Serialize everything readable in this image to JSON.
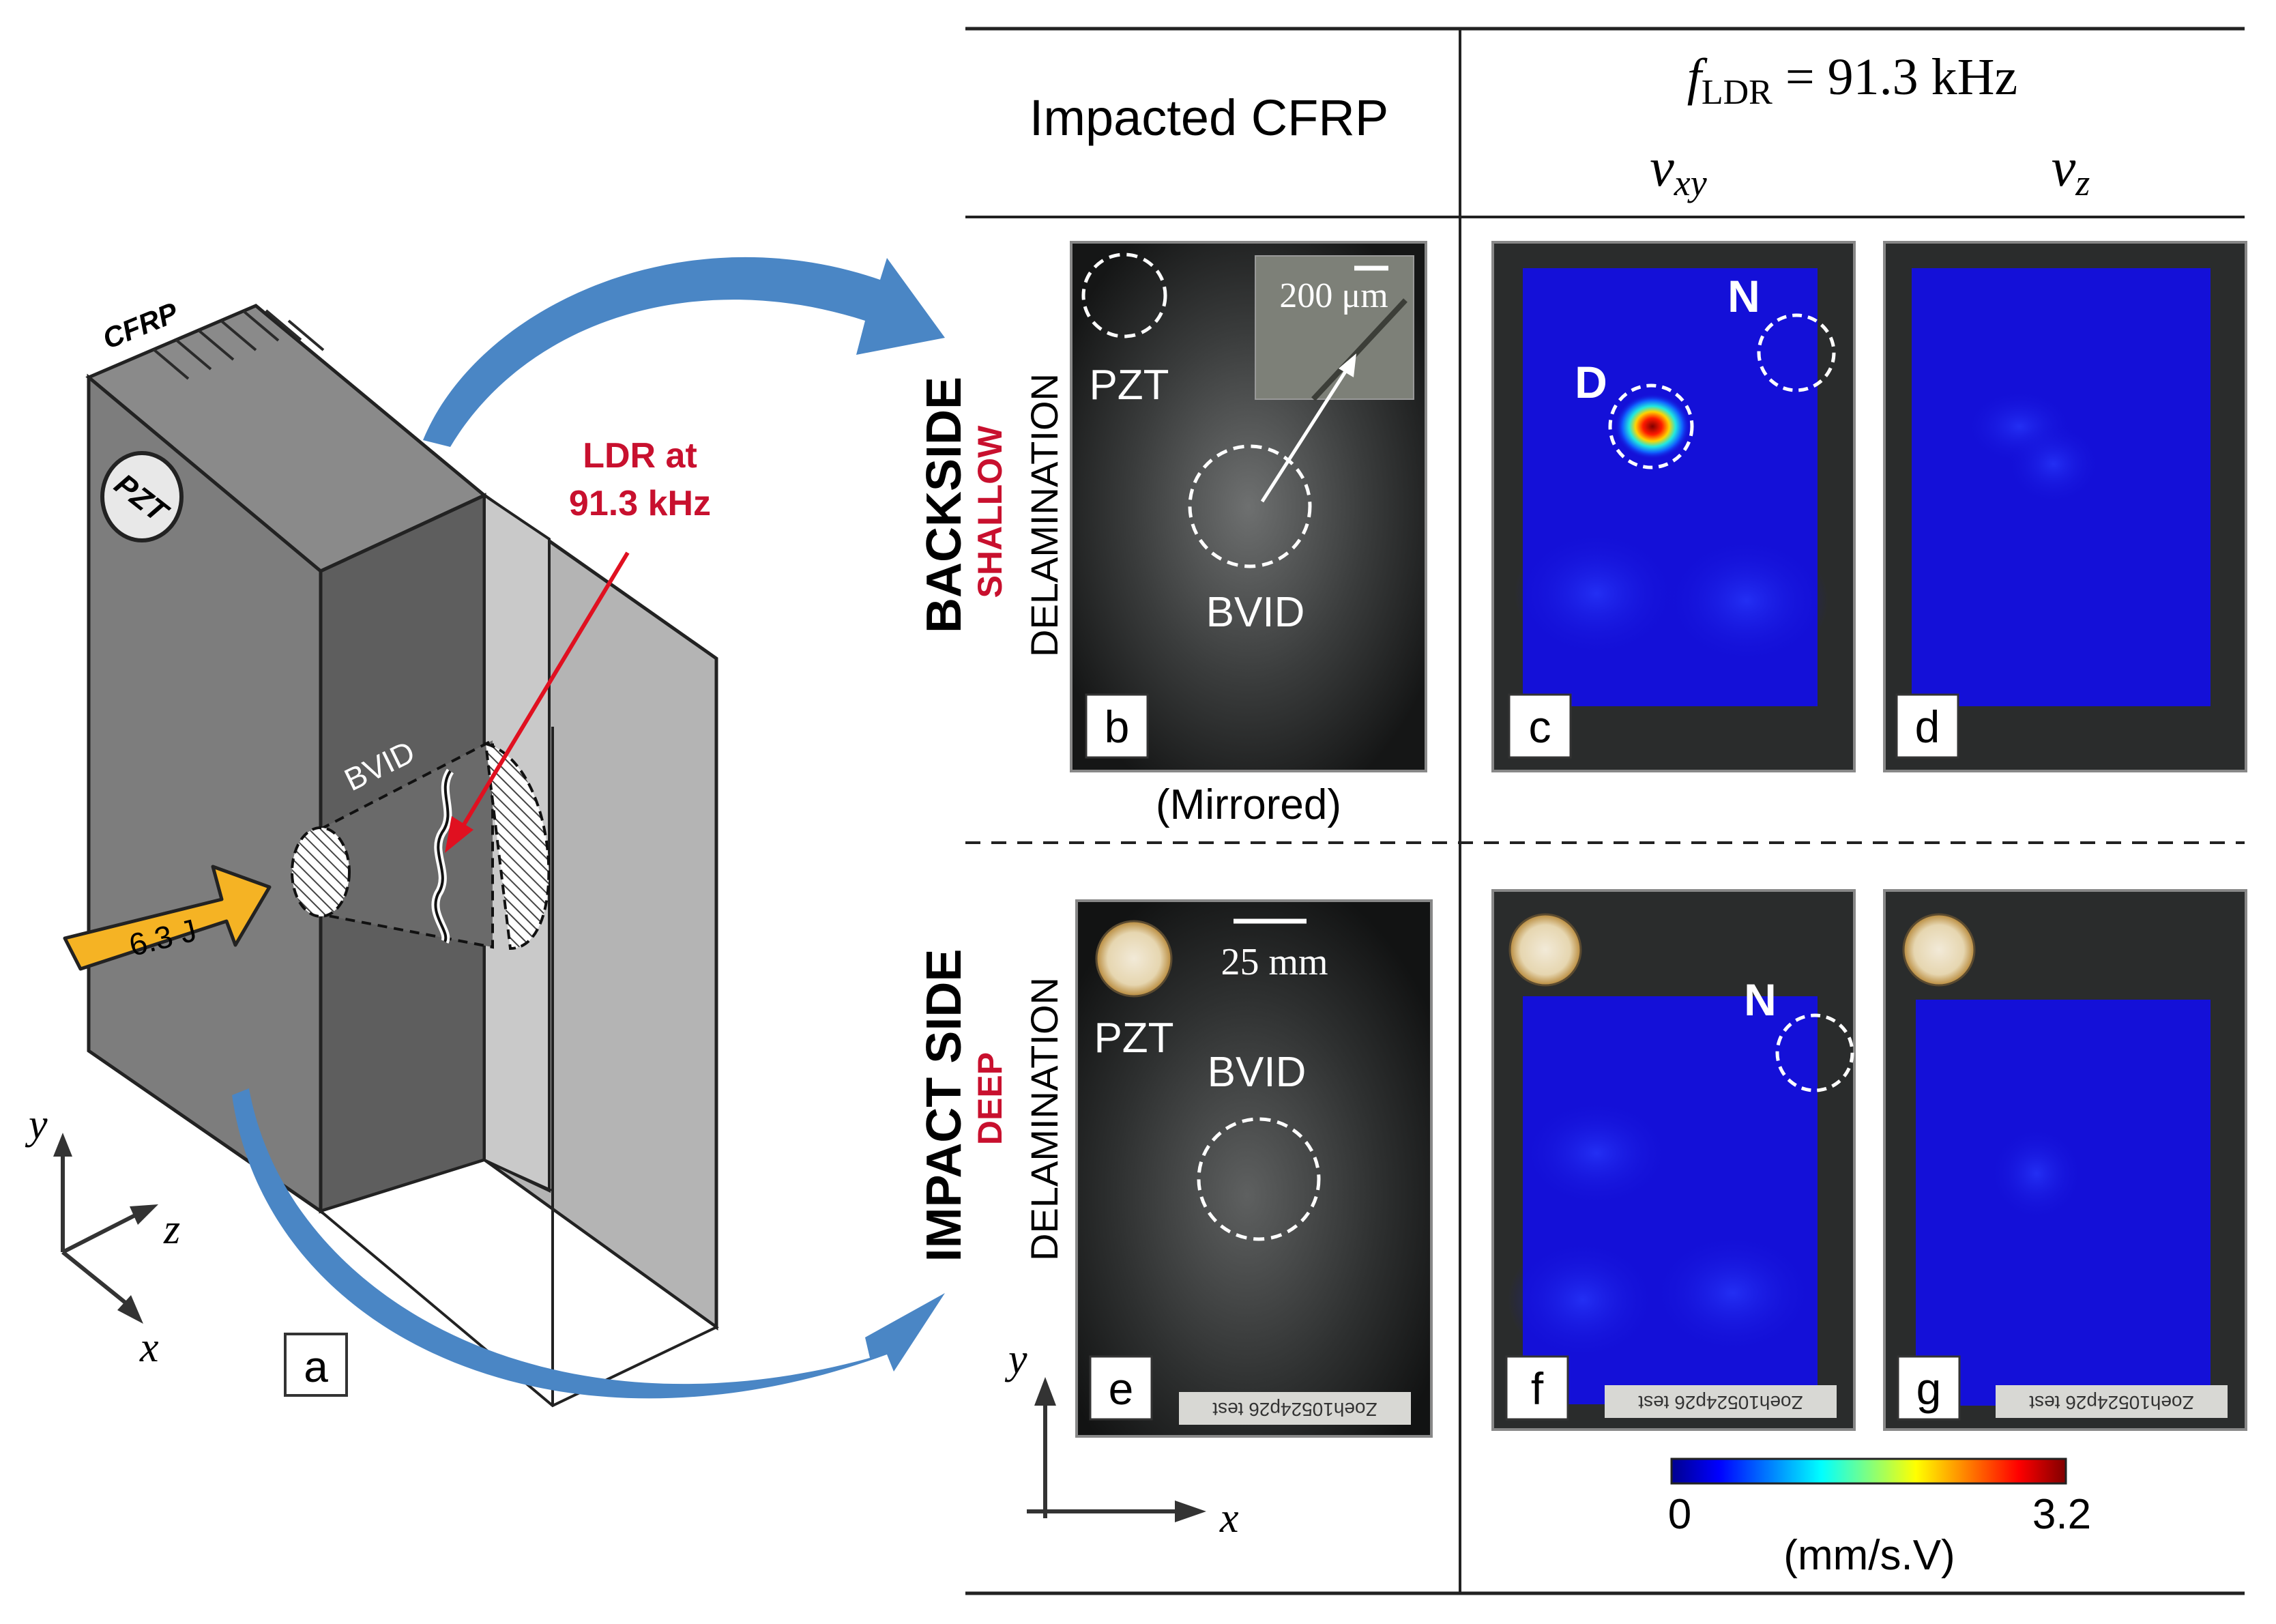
{
  "schematic": {
    "material_label": "CFRP",
    "pzt_label": "PZT",
    "bvid_label": "BVID",
    "energy_label": "6.3 J",
    "ldr_label_line1": "LDR at",
    "ldr_label_line2": "91.3 kHz",
    "axis_y": "y",
    "axis_z": "z",
    "axis_x": "x",
    "panel_letter": "a"
  },
  "table": {
    "col1_header": "Impacted CFRP",
    "freq_symbol": "f",
    "freq_subscript": "LDR",
    "freq_value": " = 91.3 kHz",
    "vxy_symbol": "v",
    "vxy_subscript": "xy",
    "vz_symbol": "v",
    "vz_subscript": "z"
  },
  "rows": [
    {
      "side_label": "BACKSIDE",
      "depth_label": "SHALLOW",
      "delam_label": "DELAMINATION",
      "photo": {
        "panel_letter": "b",
        "pzt_label": "PZT",
        "bvid_label": "BVID",
        "scale_label": "200 μm",
        "caption": "(Mirrored)"
      },
      "vxy": {
        "panel_letter": "c",
        "marker_d": "D",
        "marker_n": "N"
      },
      "vz": {
        "panel_letter": "d"
      }
    },
    {
      "side_label": "IMPACT SIDE",
      "depth_label": "DEEP",
      "delam_label": "DELAMINATION",
      "photo": {
        "panel_letter": "e",
        "pzt_label": "PZT",
        "bvid_label": "BVID",
        "scale_label": "25 mm",
        "sticker_text": "Zoeh10524p26 test",
        "axis_y": "y",
        "axis_x": "x"
      },
      "vxy": {
        "panel_letter": "f",
        "marker_n": "N",
        "sticker_text": "Zoeh10524p26 test"
      },
      "vz": {
        "panel_letter": "g",
        "sticker_text": "Zoeh10524p26 test"
      }
    }
  ],
  "colorbar": {
    "min_label": "0",
    "max_label": "3.2",
    "unit_label": "(mm/s.V)",
    "min_value": 0,
    "max_value": 3.2,
    "colormap": [
      "#00008f",
      "#0000ff",
      "#00ffff",
      "#ffff00",
      "#ff0000",
      "#800000"
    ]
  },
  "colors": {
    "ldr_red": "#c8102e",
    "arrow_blue": "#4a86c5",
    "impact_arrow": "#f5b324",
    "scan_background": "#1410d8"
  }
}
